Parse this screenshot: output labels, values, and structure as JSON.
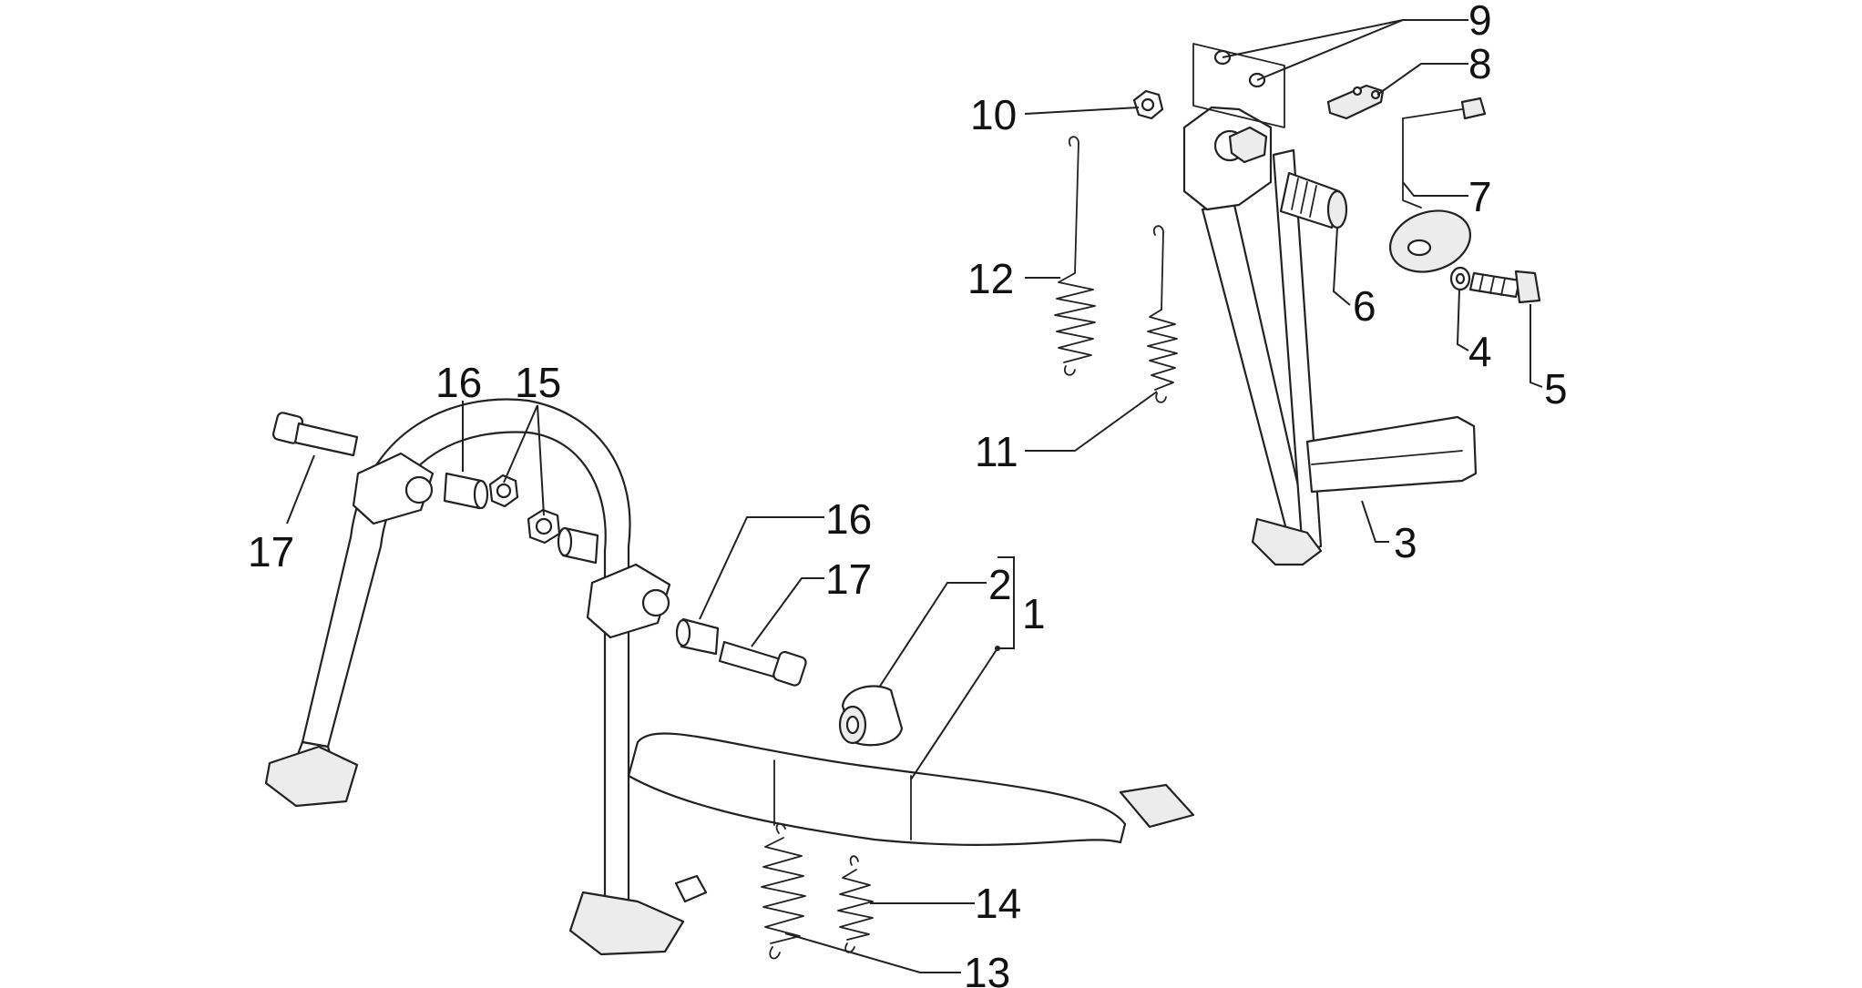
{
  "callouts": [
    {
      "id": "c1",
      "text": "1"
    },
    {
      "id": "c2",
      "text": "2"
    },
    {
      "id": "c3",
      "text": "3"
    },
    {
      "id": "c4",
      "text": "4"
    },
    {
      "id": "c5",
      "text": "5"
    },
    {
      "id": "c6",
      "text": "6"
    },
    {
      "id": "c7",
      "text": "7"
    },
    {
      "id": "c8",
      "text": "8"
    },
    {
      "id": "c9",
      "text": "9"
    },
    {
      "id": "c10",
      "text": "10"
    },
    {
      "id": "c11",
      "text": "11"
    },
    {
      "id": "c12",
      "text": "12"
    },
    {
      "id": "c13",
      "text": "13"
    },
    {
      "id": "c14",
      "text": "14"
    },
    {
      "id": "c15",
      "text": "15"
    },
    {
      "id": "c16a",
      "text": "16"
    },
    {
      "id": "c16b",
      "text": "16"
    },
    {
      "id": "c17a",
      "text": "17"
    },
    {
      "id": "c17b",
      "text": "17"
    }
  ]
}
